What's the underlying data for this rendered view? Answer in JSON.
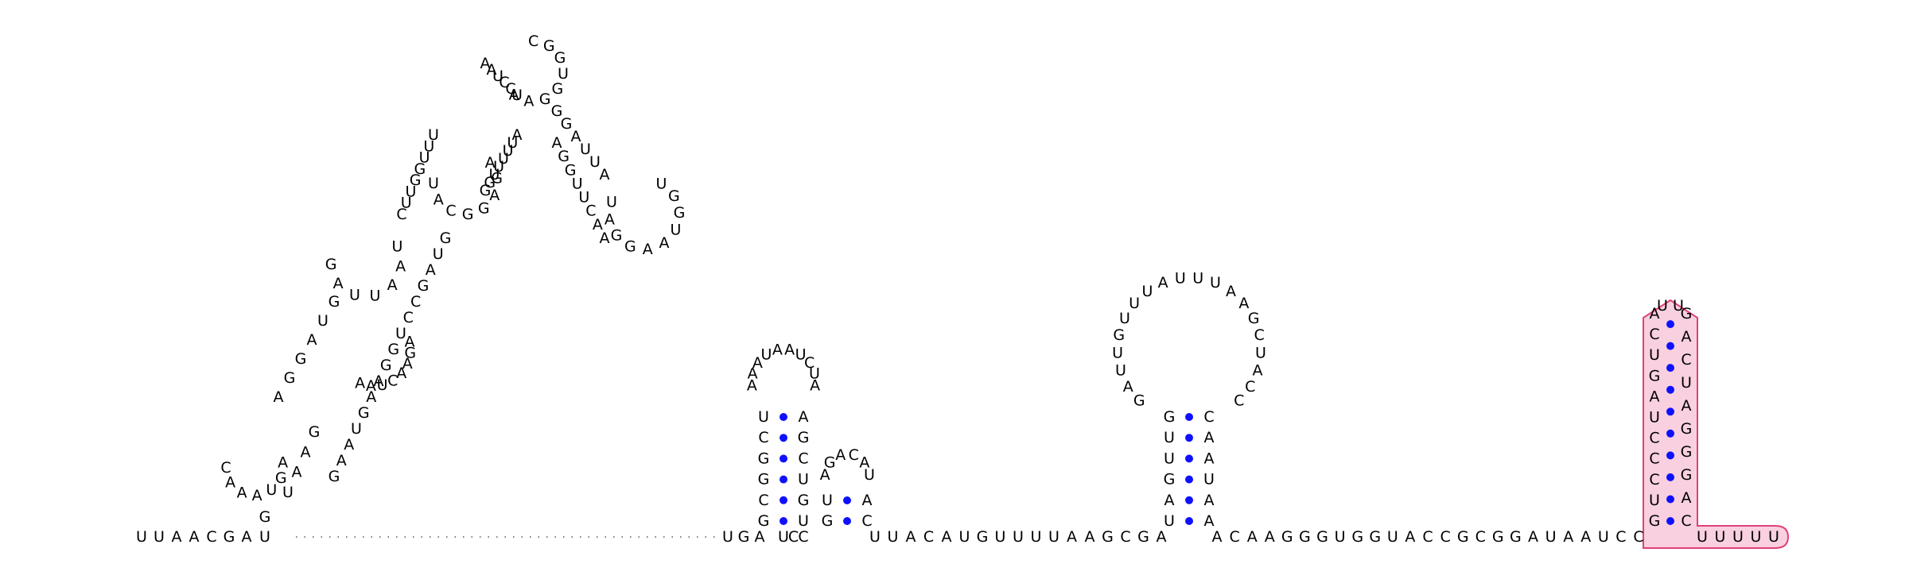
{
  "title": "",
  "colors": {
    "base_text": "#000000",
    "base_pair_dot": "#1010ff",
    "backbone": "#9a9a9a",
    "highlight_outline_orange": "#f0b400",
    "highlight_fill_orange": "#f5b700",
    "highlight_outline_pink": "#e0407a",
    "highlight_fill_pink": "#f9d0df"
  },
  "segments": {
    "leader": "UUAACGA",
    "stem_5p": "U",
    "stem_3p": "G",
    "tail_5p": "UGA",
    "hp1_5p": "GCGGCU",
    "hp1_loop": "AAAUAAUCUA",
    "hp1_3p": "AGCUGU",
    "link1": "UCC",
    "hp2_5p": "GU",
    "hp2_loop": "AGACAU",
    "hp2_3p": "AC",
    "link2": "UUACAUGUUUUAAGCGA",
    "hp3_5p": "UAGUUG",
    "hp3_loop": "GAUUGUUUAUUUAAGCUACC",
    "hp3_3p": "CAAUAA",
    "link3": "ACAAGGGUGGUACCGCGGAUAAUCC",
    "hp4_5p": "GUCCCUAGUCA",
    "hp4_loop": "UU",
    "hp4_3p": "GACUAGGGAC",
    "trailer": "UUUUU",
    "domain_5p": "UAAGAGUAAACAGGAUGUAAUUAGCUUGGUUUAGAGGCAUAAUCCUCGGUGGAAGGAUUAUGGUAAGGAUAACUUGGAAUUUUUGGAGAACUAAGUAGCCUGGAAGUAAG"
  }
}
